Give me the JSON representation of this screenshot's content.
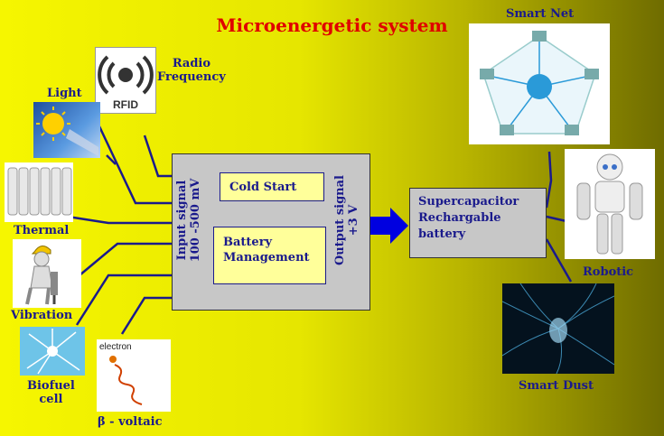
{
  "title": "Microenergetic system",
  "sources": {
    "radio": [
      "Radio",
      "Frequency"
    ],
    "rfid_logo": "RFID",
    "light": "Light",
    "thermal": "Thermal",
    "vibration": "Vibration",
    "biofuel": [
      "Biofuel",
      "cell"
    ],
    "beta_voltaic": "β - voltaic",
    "electron_label": "electron"
  },
  "hub": {
    "input_signal": [
      "Input signal",
      "100 -500 mV"
    ],
    "output_signal": [
      "Output signal",
      "+3 V"
    ],
    "cold_start": "Cold Start",
    "battery_management": [
      "Battery",
      "Management"
    ]
  },
  "storage": [
    "Supercapacitor",
    "Rechargable",
    "battery"
  ],
  "consumers": {
    "smart_net": "Smart Net",
    "robotic": "Robotic",
    "smart_dust": "Smart Dust"
  },
  "colors": {
    "title": "#e00000",
    "label": "#1a1a8c",
    "arrow": "#0000e0",
    "box": "#c7c7c7",
    "inner_box": "#ffff9a"
  }
}
